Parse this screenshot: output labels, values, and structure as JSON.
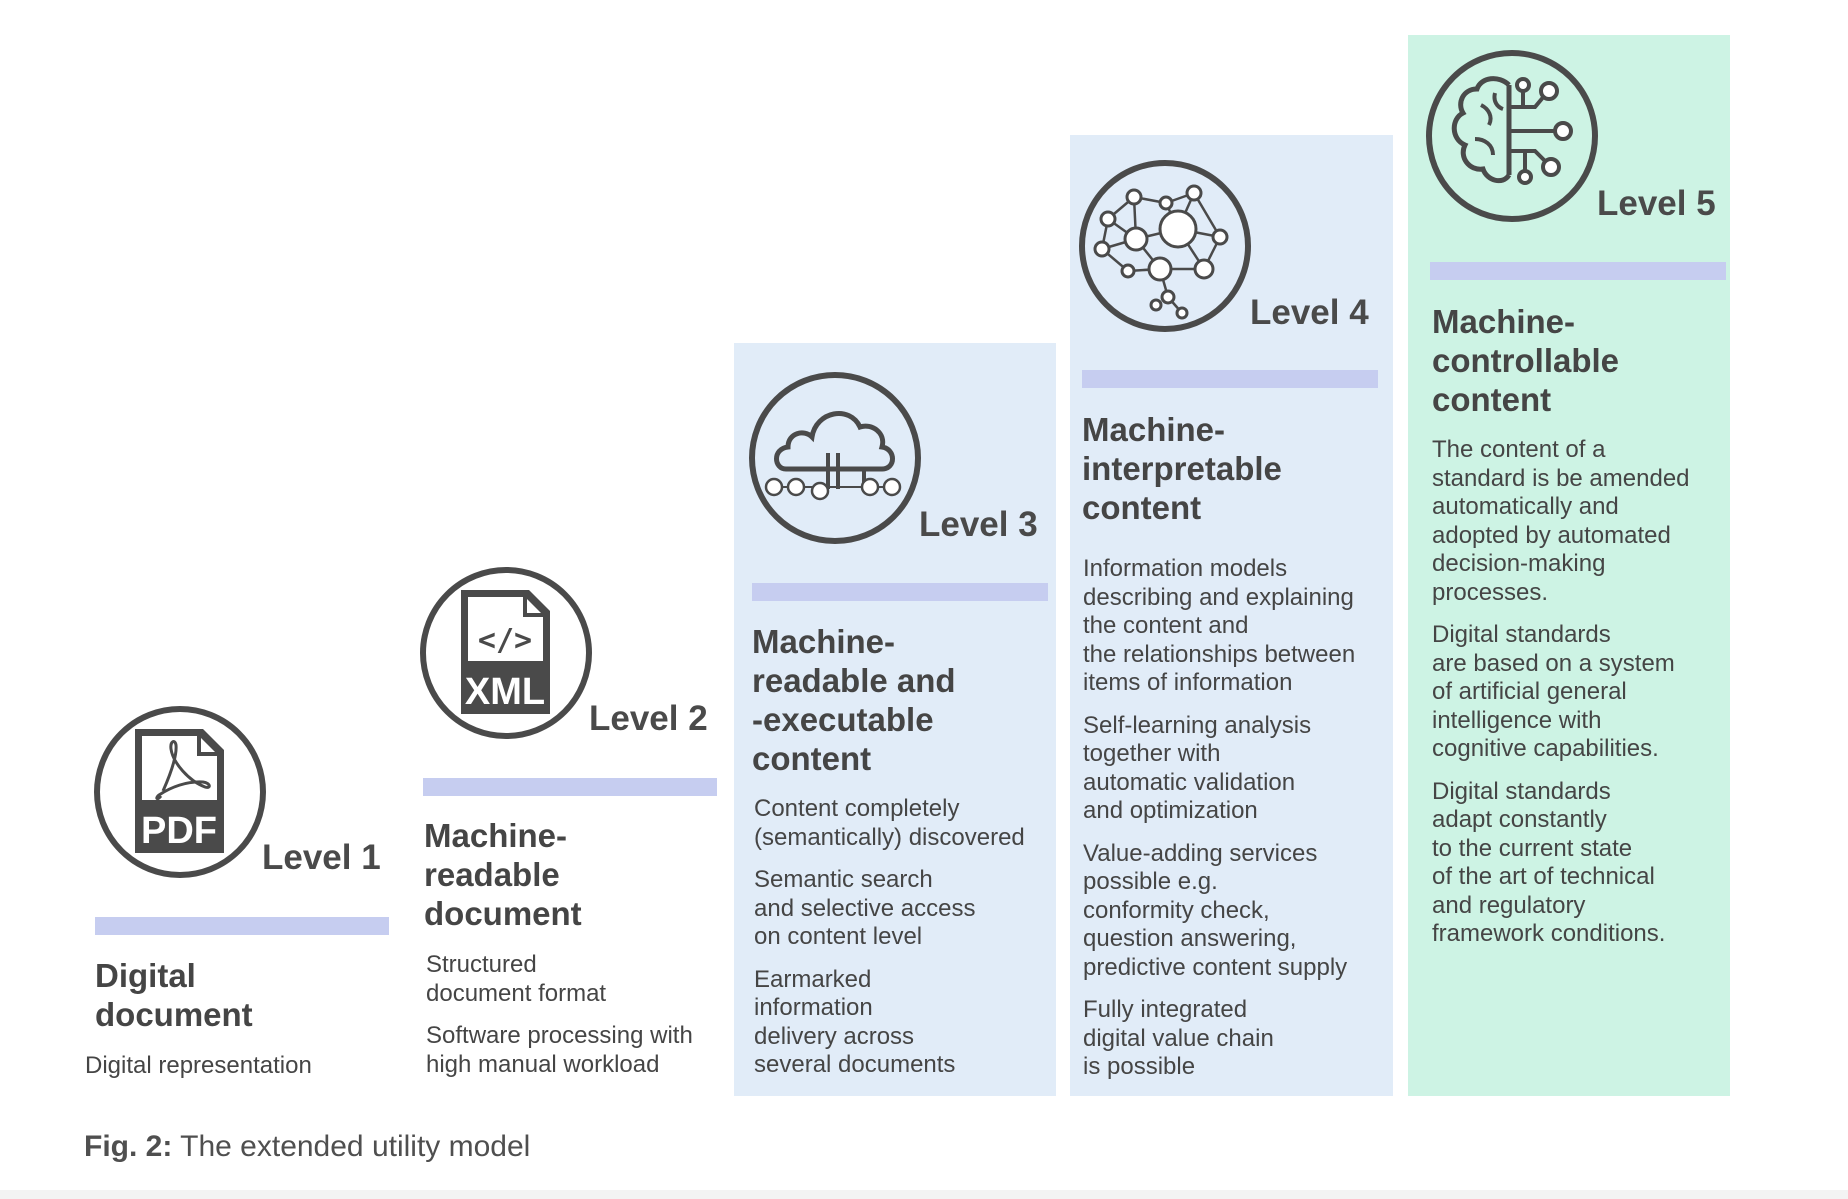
{
  "levels": [
    {
      "label": "Level 1",
      "icon": "pdf-file-icon",
      "icon_text": "PDF",
      "title": "Digital\ndocument",
      "paragraphs": [
        "Digital representation"
      ]
    },
    {
      "label": "Level 2",
      "icon": "xml-file-icon",
      "icon_text": "XML",
      "icon_code": "</>",
      "title": "Machine-\nreadable\ndocument",
      "paragraphs": [
        "Structured\ndocument format",
        "Software processing with\nhigh manual workload"
      ]
    },
    {
      "label": "Level 3",
      "icon": "cloud-network-icon",
      "title": "Machine-\nreadable and\n-executable\ncontent",
      "paragraphs": [
        "Content completely\n(semantically) discovered",
        "Semantic search\nand selective access\non content level",
        "Earmarked\ninformation\ndelivery across\nseveral documents"
      ]
    },
    {
      "label": "Level 4",
      "icon": "neural-network-icon",
      "title": "Machine-\ninterpretable\ncontent",
      "paragraphs": [
        "Information models\ndescribing and explaining\nthe content and\nthe relationships between\nitems of information",
        "Self-learning analysis\ntogether with\nautomatic validation\nand optimization",
        "Value-adding services\npossible e.g.\nconformity check,\nquestion answering,\npredictive content supply",
        "Fully integrated\ndigital value chain\nis possible"
      ]
    },
    {
      "label": "Level 5",
      "icon": "ai-brain-icon",
      "title": "Machine-\ncontrollable\ncontent",
      "paragraphs": [
        "The content of a\nstandard is be amended\nautomatically and\nadopted by automated\ndecision-making\nprocesses.",
        "Digital standards\nare based on a system\nof artificial general\nintelligence with\ncognitive capabilities.",
        "Digital standards\nadapt constantly\nto the current state\nof the art of technical\nand regulatory\nframework conditions."
      ]
    }
  ],
  "caption": {
    "prefix": "Fig. 2:",
    "text": "The extended utility model"
  },
  "colors": {
    "panel_blue": "#e1ecf8",
    "panel_green": "#cdf3e4",
    "bar": "#c6cdf0",
    "icon_stroke": "#4a4a4a"
  }
}
